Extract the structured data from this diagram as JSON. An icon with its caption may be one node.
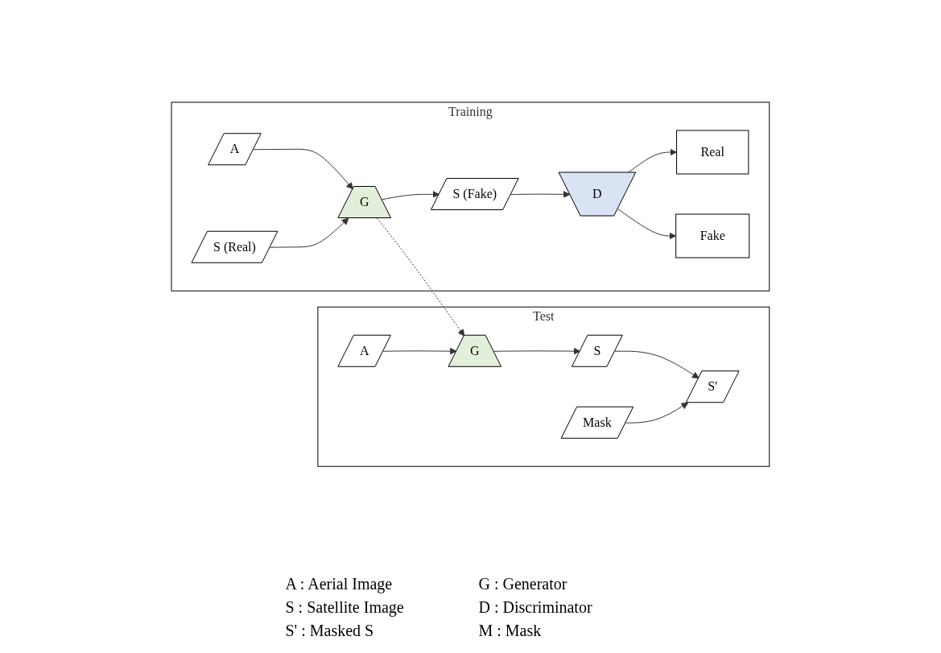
{
  "diagram": {
    "nodes": [
      {
        "text": [
          "Training"
        ]
      },
      {
        "text": [
          "A"
        ],
        "in": 0
      },
      {
        "text": [
          "S (Real)"
        ],
        "in": 0
      },
      {
        "text": [
          "G"
        ],
        "in": 0
      },
      {
        "text": [
          "S (Fake)"
        ],
        "in": 0
      },
      {
        "text": [
          "D"
        ],
        "in": 0
      },
      {
        "text": [
          "Real"
        ],
        "in": 0
      },
      {
        "text": [
          "Fake"
        ],
        "in": 0
      },
      {
        "text": [
          "Test"
        ]
      },
      {
        "text": [
          "A"
        ],
        "in": 8
      },
      {
        "text": [
          "G"
        ],
        "in": 8
      },
      {
        "text": [
          "S"
        ],
        "in": 8
      },
      {
        "text": [
          "S'"
        ],
        "in": 8
      },
      {
        "text": [
          "Mask"
        ],
        "in": 8
      }
    ],
    "edges": [
      {
        "from": 1,
        "to": 3,
        "arrow": "to"
      },
      {
        "from": 2,
        "to": 3,
        "arrow": "to"
      },
      {
        "from": 3,
        "to": 4,
        "arrow": "to"
      },
      {
        "from": 4,
        "to": 5,
        "arrow": "to"
      },
      {
        "from": 5,
        "to": 6,
        "arrow": "to"
      },
      {
        "from": 5,
        "to": 7,
        "arrow": "to"
      },
      {
        "from": 3,
        "to": 10,
        "arrow": "to",
        "style": "dashed"
      },
      {
        "from": 9,
        "to": 10,
        "arrow": "to"
      },
      {
        "from": 10,
        "to": 11,
        "arrow": "to"
      },
      {
        "from": 11,
        "to": 12,
        "arrow": "to"
      },
      {
        "from": 13,
        "to": 12,
        "arrow": "to"
      }
    ],
    "labels": [
      "A : Aerial Image",
      "G : Generator",
      "S : Satellite Image",
      "D : Discriminator",
      "S' : Masked S",
      "M : Mask"
    ]
  }
}
